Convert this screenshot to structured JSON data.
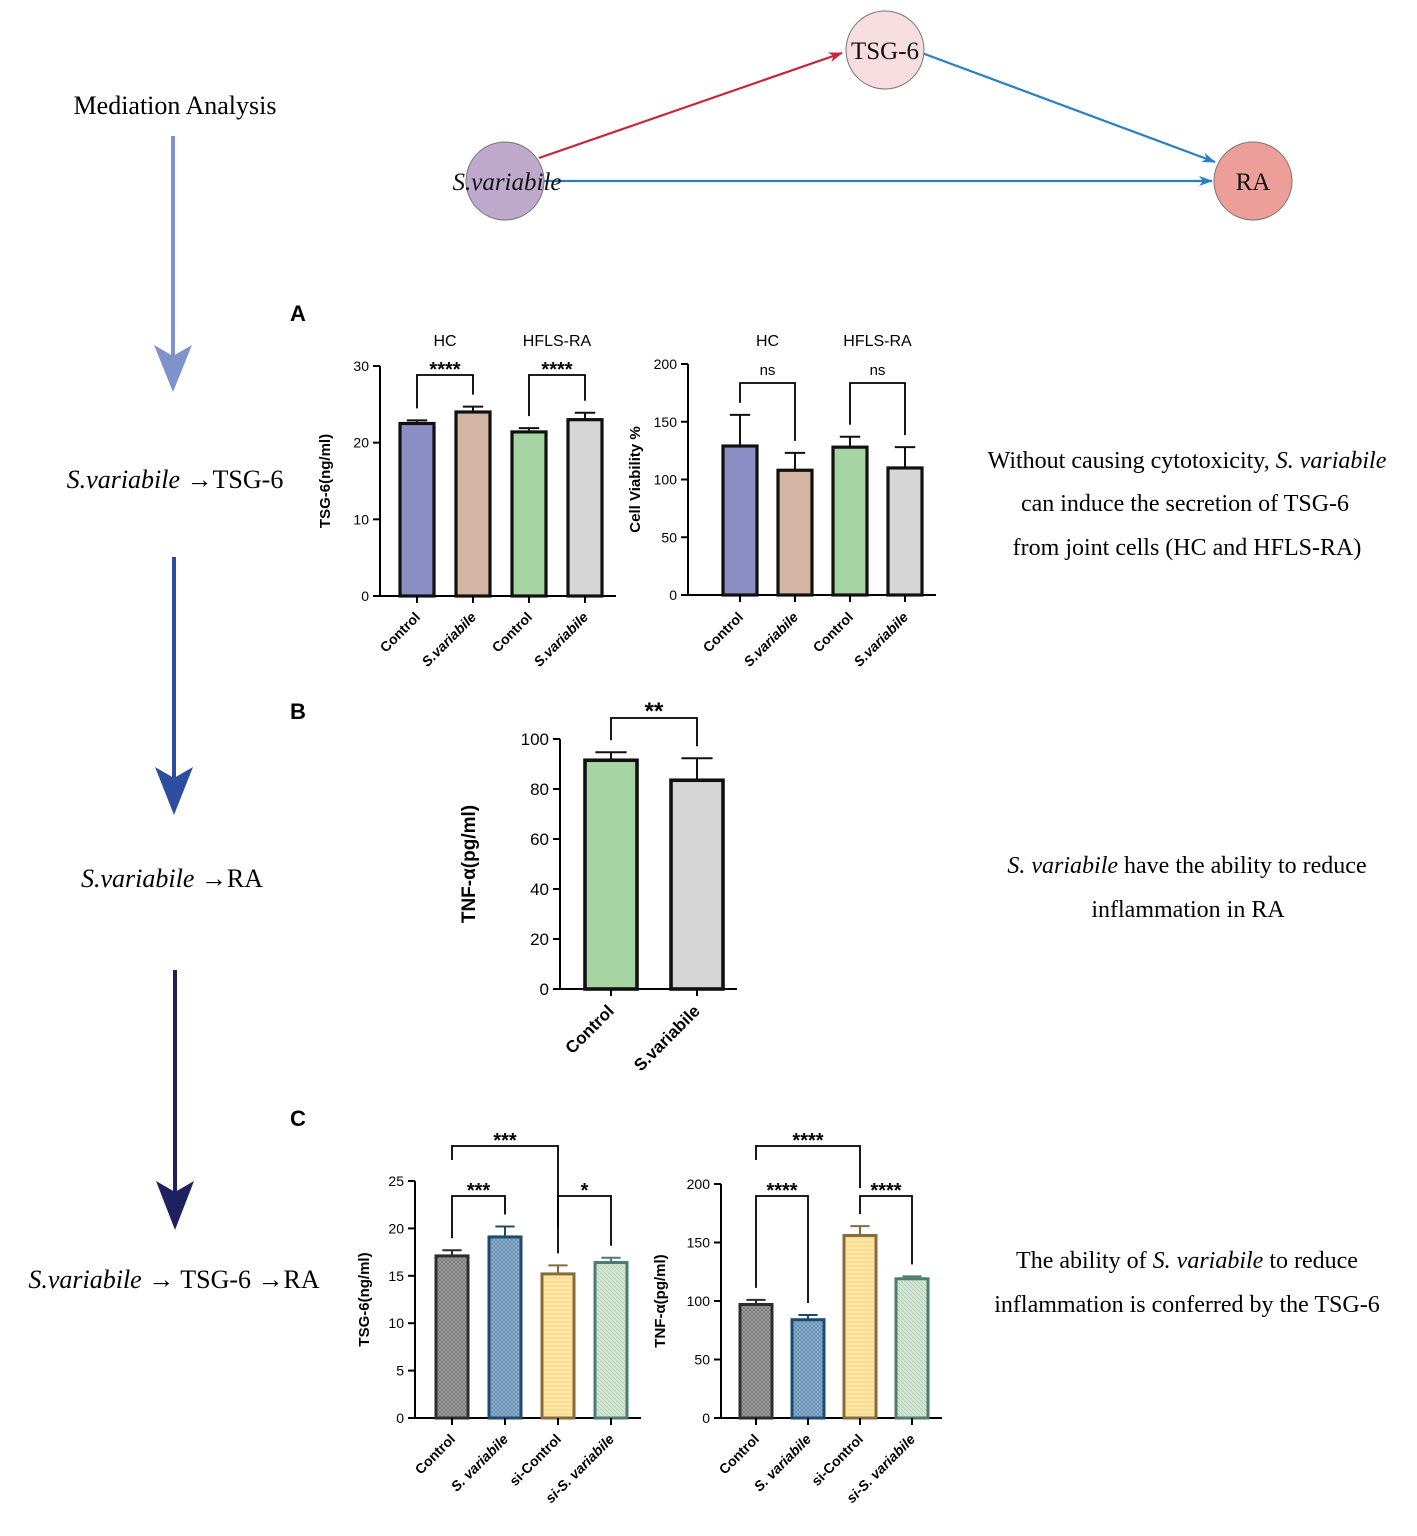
{
  "flow": {
    "mediation_label": "Mediation Analysis",
    "step1_italic": "S.variabile",
    "step1_rest": " →TSG-6",
    "step2_italic": "S.variabile",
    "step2_rest": " →RA",
    "step3_italic": "S.variabile",
    "step3_rest": " → TSG-6 →RA",
    "arrow_colors": [
      "#7e93cc",
      "#2d4da0",
      "#1d2160"
    ]
  },
  "diagram": {
    "nodes": {
      "exposure": "S.variabile",
      "mediator": "TSG-6",
      "outcome": "RA"
    },
    "colors": {
      "exposure_fill": "#bea9cd",
      "mediator_fill": "#f8dde0",
      "outcome_fill": "#ee9e99",
      "red_edge": "#c8233a",
      "blue_edge": "#2a7fc3"
    }
  },
  "panel_labels": {
    "a": "A",
    "b": "B",
    "c": "C"
  },
  "descriptions": {
    "a_line1_prefix": "Without causing cytotoxicity, ",
    "a_line1_italic": "S. variabile",
    "a_line2": "can induce the secretion of TSG-6",
    "a_line3": "from joint cells (HC and HFLS-RA)",
    "b_line1_italic": "S. variabile",
    "b_line1_rest": " have the ability to reduce",
    "b_line2": "inflammation in RA",
    "c_line1_prefix": "The ability of ",
    "c_line1_italic": "S. variabile",
    "c_line1_rest": " to reduce",
    "c_line2": "inflammation is conferred by the TSG-6"
  },
  "chart_data": [
    {
      "id": "A1",
      "type": "bar",
      "ylabel": "TSG-6(ng/ml)",
      "ylim": [
        0,
        30
      ],
      "ticks": [
        0,
        10,
        20,
        30
      ],
      "categories": [
        "Control",
        "S.variabile",
        "Control",
        "S.variabile"
      ],
      "italic_categories": [
        false,
        true,
        false,
        true
      ],
      "values": [
        22.5,
        24.0,
        21.4,
        23.0
      ],
      "errors": [
        0.4,
        0.7,
        0.5,
        0.9
      ],
      "colors": [
        "#8a8ec4",
        "#d5b6a4",
        "#a6d4a3",
        "#d6d6d6"
      ],
      "group_labels": [
        "HC",
        "HFLS-RA"
      ],
      "comparisons": [
        {
          "from": 0,
          "to": 1,
          "label": "****",
          "level": 1
        },
        {
          "from": 2,
          "to": 3,
          "label": "****",
          "level": 1
        }
      ]
    },
    {
      "id": "A2",
      "type": "bar",
      "ylabel": "Cell Viability %",
      "ylim": [
        0,
        200
      ],
      "ticks": [
        0,
        50,
        100,
        150,
        200
      ],
      "categories": [
        "Control",
        "S.variabile",
        "Control",
        "S.variabile"
      ],
      "italic_categories": [
        false,
        true,
        false,
        true
      ],
      "values": [
        129,
        108,
        128,
        110
      ],
      "errors": [
        27,
        15,
        9,
        18
      ],
      "colors": [
        "#8a8ec4",
        "#d5b6a4",
        "#a6d4a3",
        "#d6d6d6"
      ],
      "group_labels": [
        "HC",
        "HFLS-RA"
      ],
      "comparisons": [
        {
          "from": 0,
          "to": 1,
          "label": "ns",
          "level": 1
        },
        {
          "from": 2,
          "to": 3,
          "label": "ns",
          "level": 1
        }
      ]
    },
    {
      "id": "B",
      "type": "bar",
      "ylabel": "TNF-α(pg/ml)",
      "ylim": [
        0,
        100
      ],
      "ticks": [
        0,
        20,
        40,
        60,
        80,
        100
      ],
      "categories": [
        "Control",
        "S.variabile"
      ],
      "italic_categories": [
        false,
        false
      ],
      "values": [
        91.5,
        83.5
      ],
      "errors": [
        3.2,
        8.8
      ],
      "colors": [
        "#a6d4a3",
        "#d6d6d6"
      ],
      "group_labels": [],
      "comparisons": [
        {
          "from": 0,
          "to": 1,
          "label": "**",
          "level": 1
        }
      ]
    },
    {
      "id": "C1",
      "type": "bar",
      "ylabel": "TSG-6(ng/ml)",
      "ylim": [
        0,
        25
      ],
      "ticks": [
        0,
        5,
        10,
        15,
        20,
        25
      ],
      "categories": [
        "Control",
        "S. variabile",
        "si-Control",
        "si-S. variabile"
      ],
      "italic_categories": [
        false,
        true,
        false,
        true
      ],
      "values": [
        17.1,
        19.1,
        15.2,
        16.4
      ],
      "errors": [
        0.6,
        1.1,
        0.9,
        0.5
      ],
      "colors": [
        "#9a9a9a",
        "#89acc9",
        "#fbe59f",
        "#c7dcc7"
      ],
      "edge_colors": [
        "#2d2d2d",
        "#1f4a70",
        "#8a6a3a",
        "#4d7d72"
      ],
      "patterned": true,
      "group_labels": [],
      "comparisons": [
        {
          "from": 0,
          "to": 1,
          "label": "***",
          "level": 1
        },
        {
          "from": 2,
          "to": 3,
          "label": "*",
          "level": 1
        },
        {
          "from": 0,
          "to": 2,
          "label": "***",
          "level": 2
        }
      ]
    },
    {
      "id": "C2",
      "type": "bar",
      "ylabel": "TNF-α(pg/ml)",
      "ylim": [
        0,
        200
      ],
      "ticks": [
        0,
        50,
        100,
        150,
        200
      ],
      "categories": [
        "Control",
        "S. variabile",
        "si-Control",
        "si-S. variabile"
      ],
      "italic_categories": [
        false,
        true,
        false,
        true
      ],
      "values": [
        97,
        84,
        156,
        119
      ],
      "errors": [
        4,
        4,
        8,
        2
      ],
      "colors": [
        "#9a9a9a",
        "#89acc9",
        "#fbe59f",
        "#c7dcc7"
      ],
      "edge_colors": [
        "#2d2d2d",
        "#1f4a70",
        "#8a6a3a",
        "#4d7d72"
      ],
      "patterned": true,
      "group_labels": [],
      "comparisons": [
        {
          "from": 0,
          "to": 1,
          "label": "****",
          "level": 1
        },
        {
          "from": 2,
          "to": 3,
          "label": "****",
          "level": 1
        },
        {
          "from": 0,
          "to": 2,
          "label": "****",
          "level": 2
        }
      ]
    }
  ]
}
